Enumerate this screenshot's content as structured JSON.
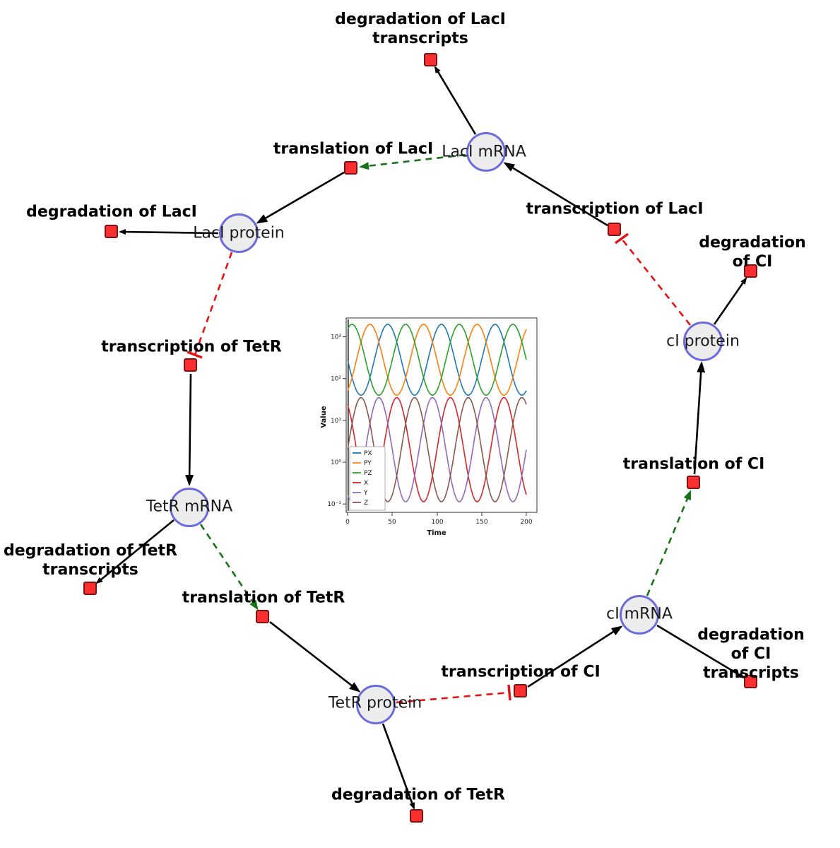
{
  "diagram": {
    "species": [
      {
        "label": "LacI mRNA"
      },
      {
        "label": "LacI protein"
      },
      {
        "label": "TetR mRNA"
      },
      {
        "label": "TetR protein"
      },
      {
        "label": "cI mRNA"
      },
      {
        "label": "cI protein"
      }
    ],
    "reactions": [
      {
        "label": "degradation of LacI\ntranscripts"
      },
      {
        "label": "translation of LacI"
      },
      {
        "label": "degradation of LacI"
      },
      {
        "label": "transcription of LacI"
      },
      {
        "label": "degradation of CI"
      },
      {
        "label": "transcription of TetR"
      },
      {
        "label": "translation of CI"
      },
      {
        "label": "degradation of TetR\ntranscripts"
      },
      {
        "label": "translation of TetR"
      },
      {
        "label": "transcription of CI"
      },
      {
        "label": "degradation of CI\ntranscripts"
      },
      {
        "label": "degradation of TetR"
      }
    ],
    "colors": {
      "species_fill": "#ececec",
      "species_border": "#6b6bdb",
      "reaction_fill": "#fb2f2f",
      "reaction_border": "#7c1414",
      "edge_black": "#000000",
      "edge_activation_green": "#177317",
      "edge_inhibition_red": "#e41414"
    }
  },
  "chart_data": {
    "type": "line",
    "title": "",
    "xlabel": "Time",
    "ylabel": "Value",
    "x_range": [
      0,
      200
    ],
    "y_scale": "log",
    "y_range": [
      0.07,
      2800
    ],
    "x_ticks": [
      "0",
      "50",
      "100",
      "150",
      "200"
    ],
    "y_tick_labels": [
      "10⁻¹",
      "10⁰",
      "10¹",
      "10²",
      "10³"
    ],
    "grid": false,
    "legend_position": "lower left",
    "series": [
      {
        "name": "PX",
        "color": "#1f77b4",
        "log_center": 2.45,
        "log_amplitude": 0.85,
        "period": 60,
        "peak_t": 45,
        "approx_min": 40,
        "approx_max": 2000
      },
      {
        "name": "PY",
        "color": "#ff7f0e",
        "log_center": 2.45,
        "log_amplitude": 0.85,
        "period": 60,
        "peak_t": 25,
        "approx_min": 40,
        "approx_max": 2000
      },
      {
        "name": "PZ",
        "color": "#2ca02c",
        "log_center": 2.45,
        "log_amplitude": 0.85,
        "period": 60,
        "peak_t": 65,
        "approx_min": 40,
        "approx_max": 2000
      },
      {
        "name": "X",
        "color": "#d62728",
        "log_center": 0.3,
        "log_amplitude": 1.25,
        "period": 60,
        "peak_t": 55,
        "approx_min": 0.11,
        "approx_max": 30
      },
      {
        "name": "Y",
        "color": "#9467bd",
        "log_center": 0.3,
        "log_amplitude": 1.25,
        "period": 60,
        "peak_t": 35,
        "approx_min": 0.11,
        "approx_max": 30
      },
      {
        "name": "Z",
        "color": "#8c564b",
        "log_center": 0.3,
        "log_amplitude": 1.25,
        "period": 60,
        "peak_t": 75,
        "approx_min": 0.11,
        "approx_max": 30
      }
    ]
  }
}
